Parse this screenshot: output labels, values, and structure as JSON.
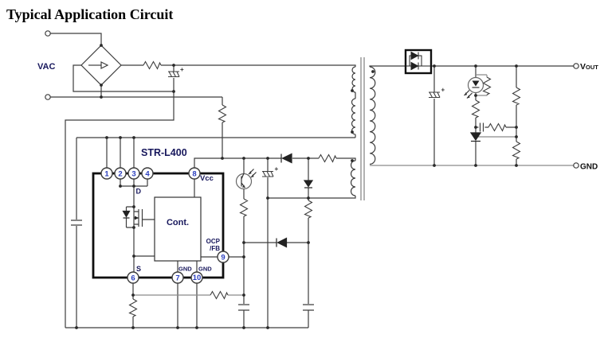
{
  "title": "Typical Application Circuit",
  "colors": {
    "wire": "#3d3d3d",
    "wire_gray": "#8a8a8a",
    "navy_label": "#17175c",
    "pin_number_blue": "#2b3fbe",
    "text_black": "#0f0f0f"
  },
  "labels": {
    "vac": "VAC",
    "vout_main": "V",
    "vout_small": "OUT",
    "gnd": "GND",
    "plus": "+"
  },
  "ic": {
    "name": "STR-L400",
    "controller": "Cont.",
    "pin_numbers": {
      "p1": "1",
      "p2": "2",
      "p3": "3",
      "p4": "4",
      "p6": "6",
      "p7": "7",
      "p8": "8",
      "p9": "9",
      "p10": "10"
    },
    "pin_labels": {
      "drain": "D",
      "source": "S",
      "vcc": "Vcc",
      "gnd7": "GND",
      "gnd10": "GND",
      "ocp": "OCP",
      "fb": "/FB"
    }
  }
}
